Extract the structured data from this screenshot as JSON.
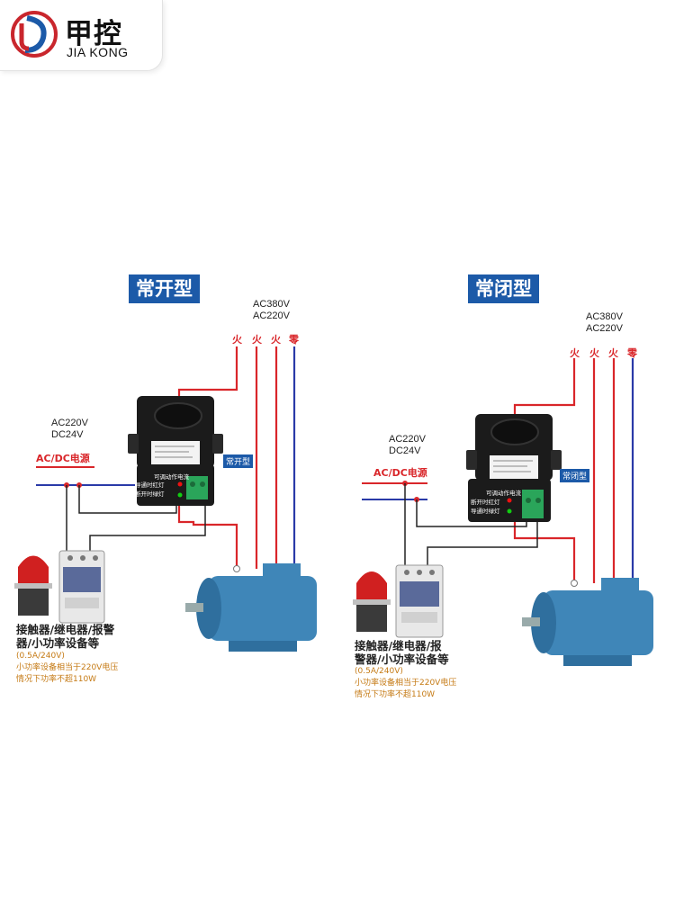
{
  "brand": {
    "name_cn": "甲控",
    "name_en": "JIA KONG"
  },
  "colors": {
    "title_bg": "#1c5aa8",
    "wire_red": "#d9262a",
    "wire_blue": "#2a3aa8",
    "wire_black": "#222222",
    "motor": "#3f86b8",
    "label_accent": "#d9262a",
    "spec_text": "#c57a14"
  },
  "left": {
    "title": "常开型",
    "supply_voltage": [
      "AC380V",
      "AC220V"
    ],
    "phase_labels": [
      "火",
      "火",
      "火",
      "零"
    ],
    "control_voltage": [
      "AC220V",
      "DC24V"
    ],
    "power_label": "AC/DC电源",
    "mode_tag": "常开型",
    "led_labels": [
      "可调动作电流",
      "导通时红灯",
      "断开时绿灯"
    ],
    "device_title": [
      "接触器/继电器/报警",
      "器/小功率设备等"
    ],
    "spec_lines": [
      "(0.5A/240V)",
      "小功率设备相当于220V电压",
      "情况下功率不超110W"
    ]
  },
  "right": {
    "title": "常闭型",
    "supply_voltage": [
      "AC380V",
      "AC220V"
    ],
    "phase_labels": [
      "火",
      "火",
      "火",
      "零"
    ],
    "control_voltage": [
      "AC220V",
      "DC24V"
    ],
    "power_label": "AC/DC电源",
    "mode_tag": "常闭型",
    "led_labels": [
      "可调动作电流",
      "断开时红灯",
      "导通时绿灯"
    ],
    "device_title": [
      "接触器/继电器/报",
      "警器/小功率设备等"
    ],
    "spec_lines": [
      "(0.5A/240V)",
      "小功率设备相当于220V电压",
      "情况下功率不超110W"
    ]
  },
  "icons": [
    "jiakong-logo-icon",
    "alarm-lamp-icon",
    "contactor-icon",
    "current-sensor-icon",
    "terminal-block-icon",
    "motor-icon"
  ]
}
